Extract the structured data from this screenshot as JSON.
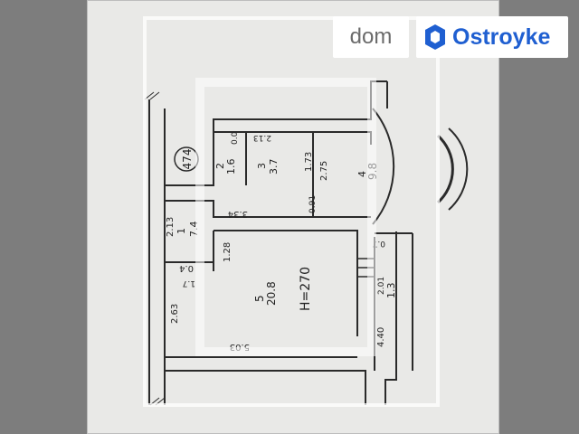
{
  "branding": {
    "dom_label": "dom",
    "ostroyke_label": "Ostroyke",
    "brand_color": "#1f5fd1"
  },
  "plan": {
    "height_label": "H=270",
    "marker_label": "474",
    "rooms": [
      {
        "number": "1",
        "area": "7.4"
      },
      {
        "number": "2",
        "area": "1.6"
      },
      {
        "number": "3",
        "area": "3.7"
      },
      {
        "number": "4",
        "area": "9.8"
      },
      {
        "number": "5",
        "area": "20.8"
      },
      {
        "number": "",
        "area": "1.3"
      }
    ],
    "dimensions": {
      "d_2_13": "2.13",
      "d_2_63": "2.63",
      "d_1_28": "1.28",
      "d_1_73": "1.73",
      "d_2_75": "2.75",
      "d_0_91": "0.91",
      "d_3_34": "3.34",
      "d_4_40": "4.40",
      "d_2_13b": "2.13",
      "d_0_0": "0.0",
      "d_0_4": "0.4",
      "d_1_7": "1.7",
      "d_0_7": "0.7",
      "d_5_03": "5.03",
      "d_2_01": "2.01"
    }
  }
}
